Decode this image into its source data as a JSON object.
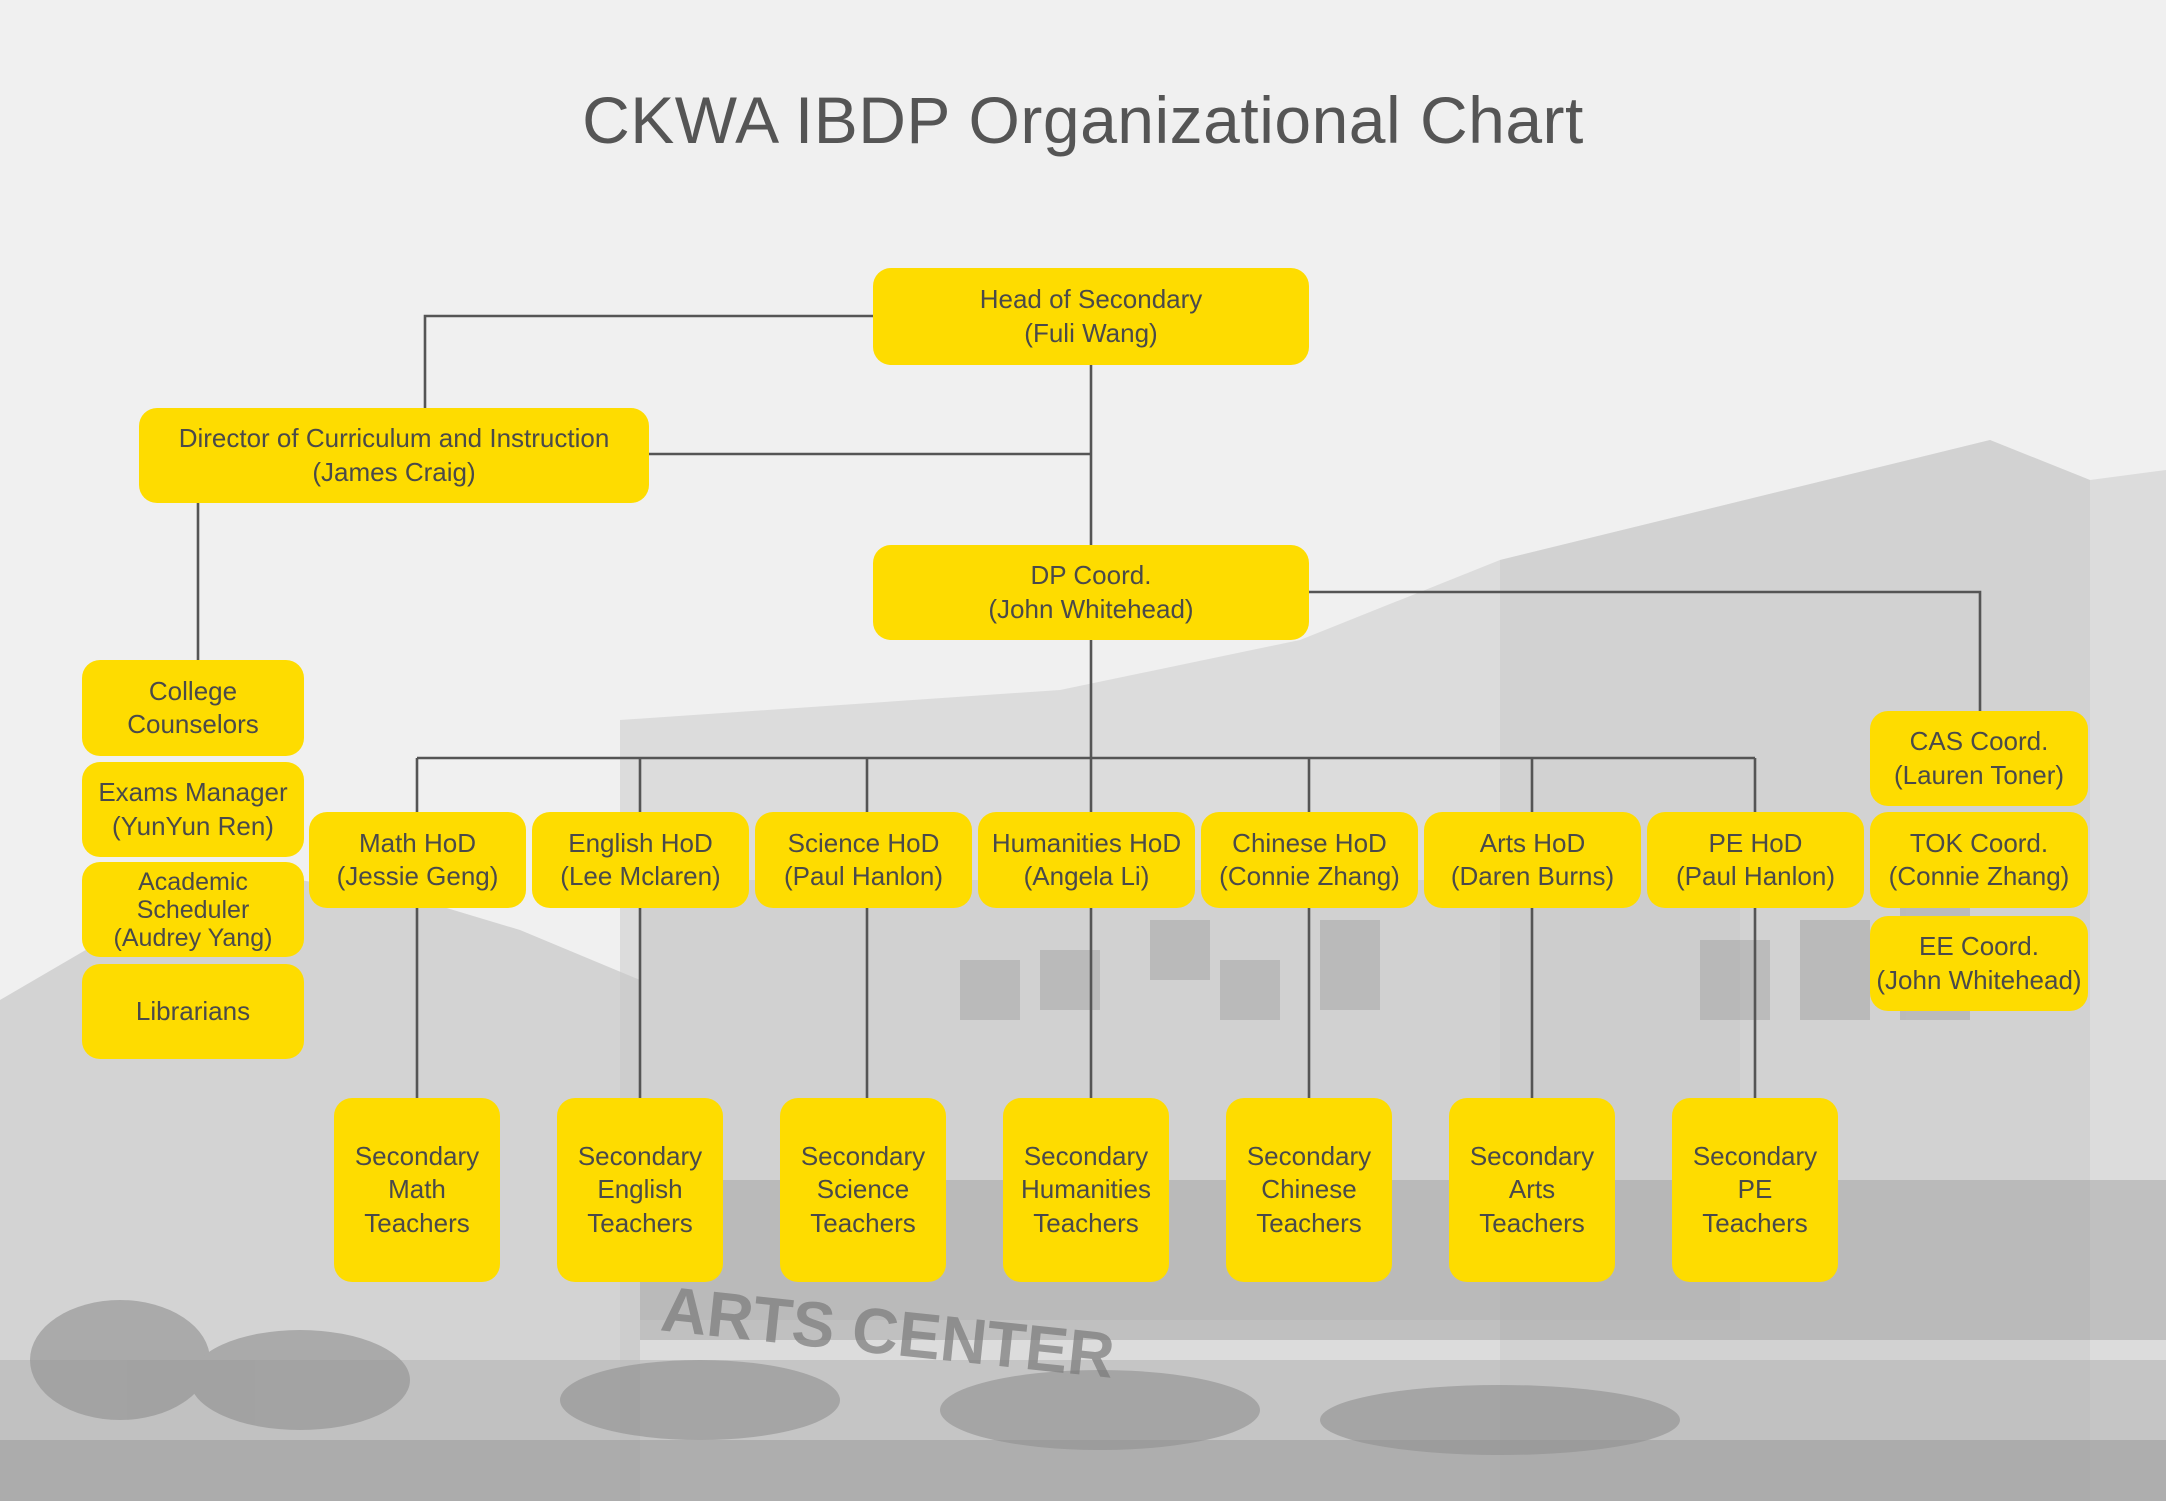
{
  "title": "CKWA IBDP Organizational Chart",
  "colors": {
    "background": "#f0f0f0",
    "box": "#fedc00",
    "text": "#4a4a4a",
    "line": "#555555",
    "photo": "#b7b7b7"
  },
  "background_image": "grayscale-school-building-arts-center",
  "nodes": {
    "head": {
      "line1": "Head of Secondary",
      "line2": "(Fuli Wang)"
    },
    "director": {
      "line1": "Director of Curriculum and Instruction",
      "line2": "(James Craig)"
    },
    "dp": {
      "line1": "DP Coord.",
      "line2": "(John Whitehead)"
    },
    "left_staff": {
      "college": {
        "line1": "College",
        "line2": "Counselors"
      },
      "exams": {
        "line1": "Exams Manager",
        "line2": "(YunYun Ren)"
      },
      "scheduler": {
        "line1": "Academic",
        "line2": "Scheduler",
        "line3": "(Audrey Yang)"
      },
      "librarians": {
        "line1": "Librarians"
      }
    },
    "hods": [
      {
        "line1": "Math HoD",
        "line2": "(Jessie Geng)"
      },
      {
        "line1": "English HoD",
        "line2": "(Lee Mclaren)"
      },
      {
        "line1": "Science HoD",
        "line2": "(Paul Hanlon)"
      },
      {
        "line1": "Humanities HoD",
        "line2": "(Angela Li)"
      },
      {
        "line1": "Chinese HoD",
        "line2": "(Connie Zhang)"
      },
      {
        "line1": "Arts HoD",
        "line2": "(Daren Burns)"
      },
      {
        "line1": "PE HoD",
        "line2": "(Paul Hanlon)"
      }
    ],
    "teachers": [
      {
        "line1": "Secondary",
        "line2": "Math",
        "line3": "Teachers"
      },
      {
        "line1": "Secondary",
        "line2": "English",
        "line3": "Teachers"
      },
      {
        "line1": "Secondary",
        "line2": "Science",
        "line3": "Teachers"
      },
      {
        "line1": "Secondary",
        "line2": "Humanities",
        "line3": "Teachers"
      },
      {
        "line1": "Secondary",
        "line2": "Chinese",
        "line3": "Teachers"
      },
      {
        "line1": "Secondary",
        "line2": "Arts",
        "line3": "Teachers"
      },
      {
        "line1": "Secondary",
        "line2": "PE",
        "line3": "Teachers"
      }
    ],
    "coords": [
      {
        "line1": "CAS Coord.",
        "line2": "(Lauren Toner)"
      },
      {
        "line1": "TOK Coord.",
        "line2": "(Connie Zhang)"
      },
      {
        "line1": "EE Coord.",
        "line2": "(John Whitehead)"
      }
    ]
  },
  "photo_sign": "ARTS CENTER"
}
